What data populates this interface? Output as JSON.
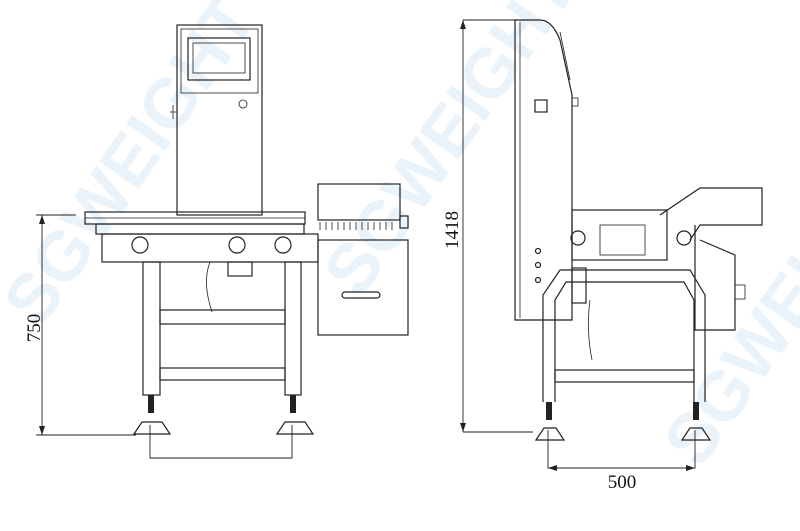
{
  "watermark": "SGWEIGHT",
  "dimensions": {
    "front_height": "750",
    "side_height": "1418",
    "side_width": "500"
  },
  "colors": {
    "line": "#222222",
    "watermark": "#dcebf6"
  }
}
